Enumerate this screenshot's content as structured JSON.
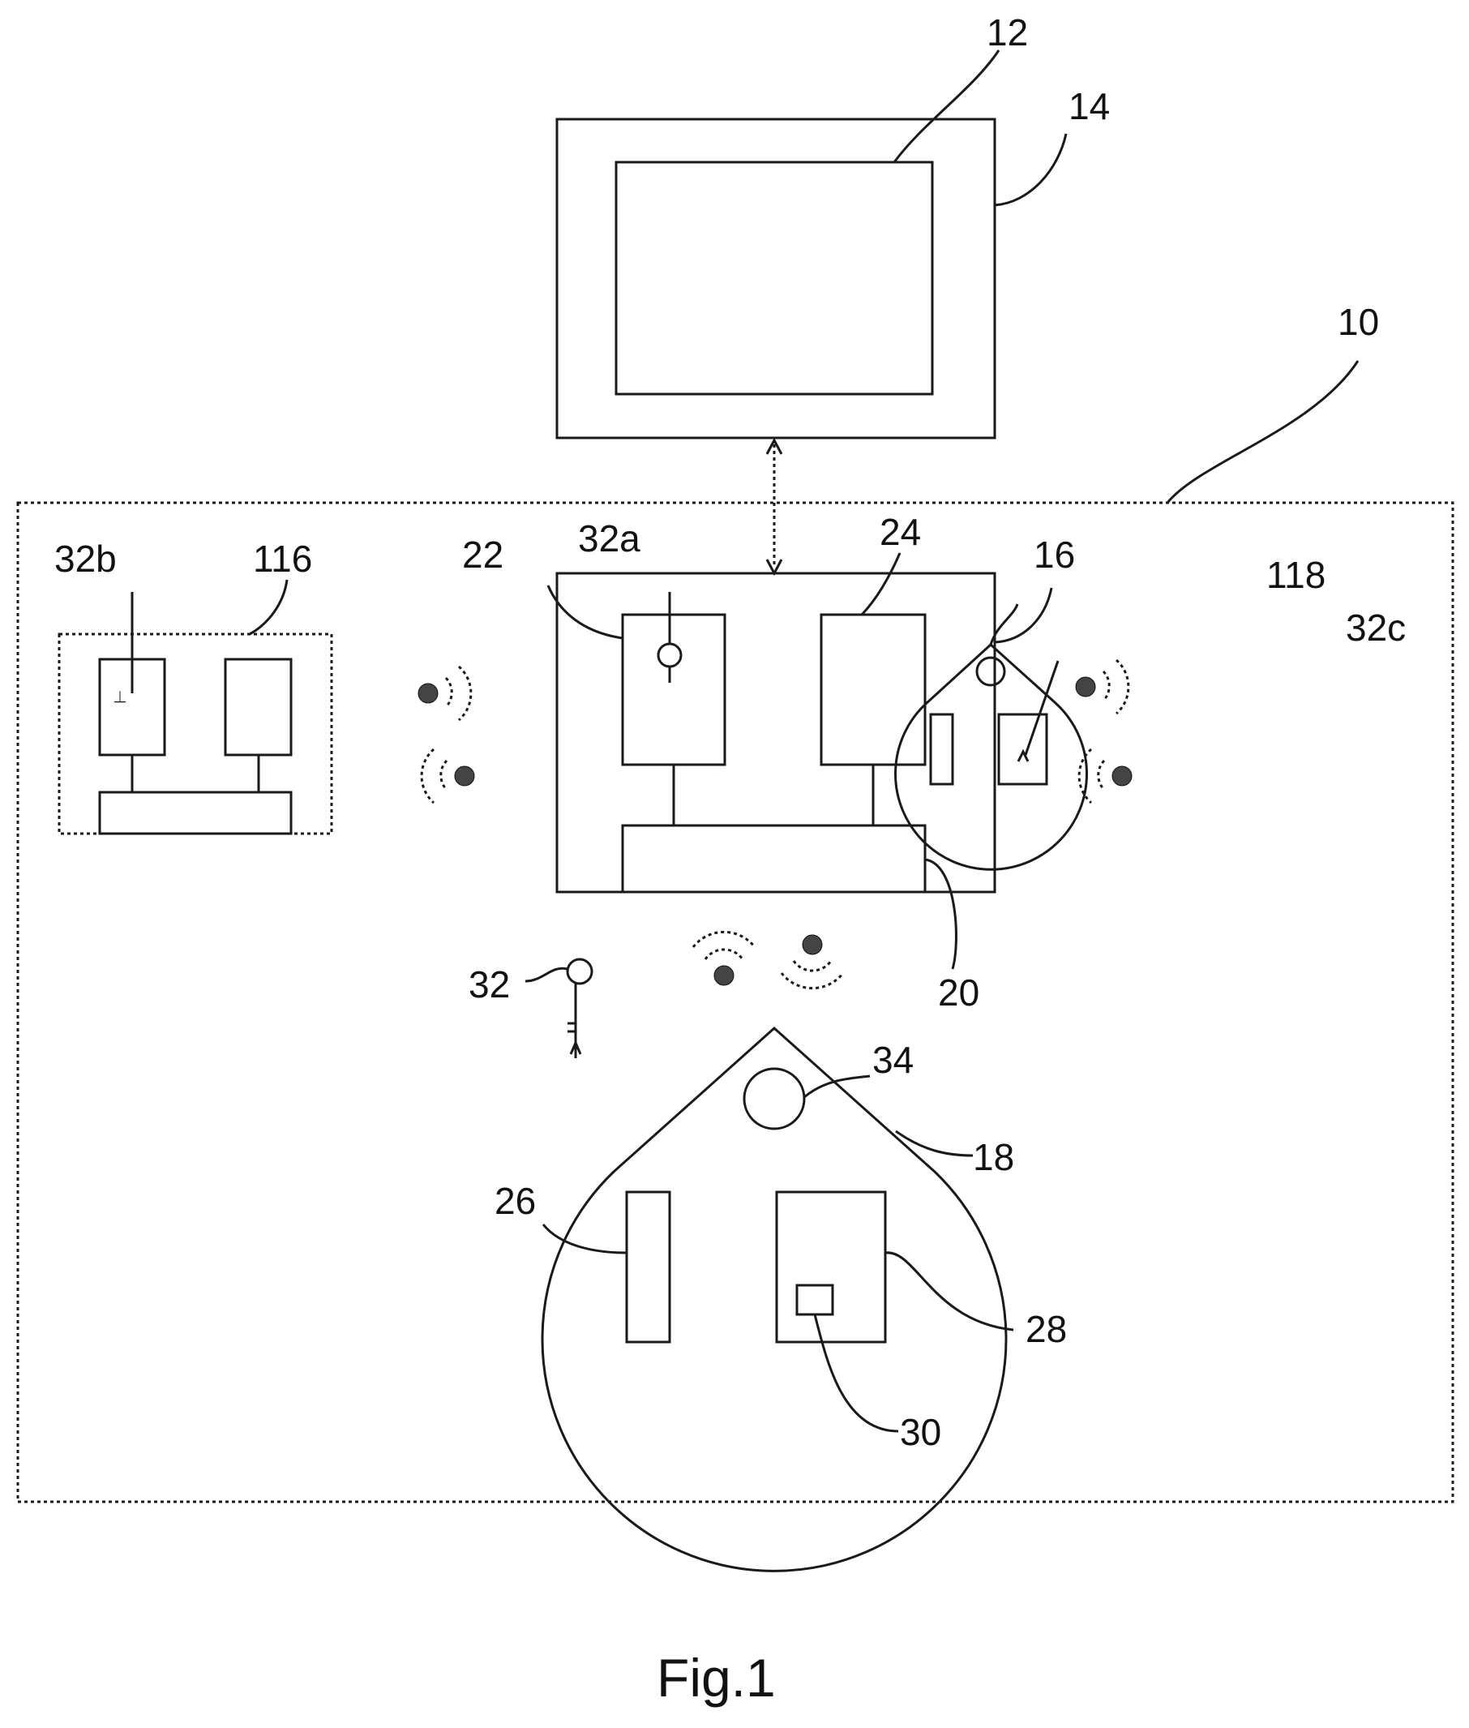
{
  "labels": {
    "monitor_inner": "12",
    "monitor_outer": "14",
    "system": "10",
    "hub": "16",
    "hub_left_module": "22",
    "hub_right_module": "24",
    "hub_base": "20",
    "hub_key": "32a",
    "left_device": "116",
    "left_key": "32b",
    "right_device": "118",
    "right_key": "32c",
    "key": "32",
    "robot": "18",
    "robot_sensor": "34",
    "robot_left": "26",
    "robot_right": "28",
    "robot_chip": "30"
  },
  "caption": "Fig.1"
}
